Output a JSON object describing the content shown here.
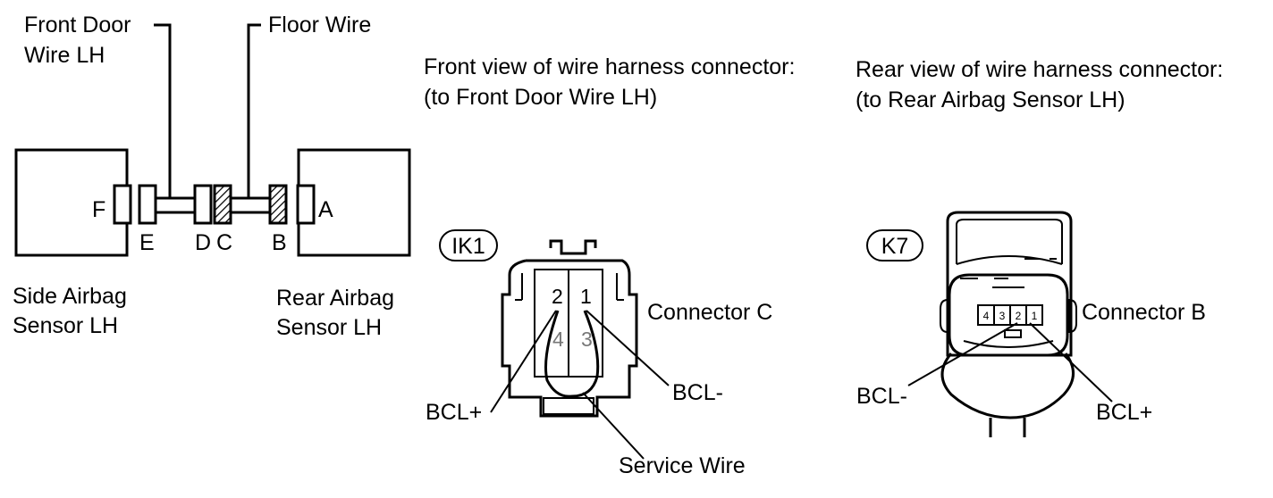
{
  "colors": {
    "line": "#000000",
    "background": "#ffffff"
  },
  "wiring": {
    "front_door_wire_line1": "Front Door",
    "front_door_wire_line2": "Wire LH",
    "floor_wire": "Floor Wire",
    "side_sensor_line1": "Side Airbag",
    "side_sensor_line2": "Sensor LH",
    "rear_sensor_line1": "Rear Airbag",
    "rear_sensor_line2": "Sensor LH",
    "conn_F": "F",
    "conn_E": "E",
    "conn_D": "D",
    "conn_C": "C",
    "conn_B": "B",
    "conn_A": "A"
  },
  "front_view": {
    "title_line1": "Front view of wire harness connector:",
    "title_line2": "(to Front Door Wire LH)",
    "code": "IK1",
    "connector_label": "Connector C",
    "pins": [
      "2",
      "1",
      "4",
      "3"
    ],
    "bcl_plus": "BCL+",
    "bcl_minus": "BCL-",
    "service_wire": "Service Wire"
  },
  "rear_view": {
    "title_line1": "Rear view of wire harness connector:",
    "title_line2": "(to Rear Airbag Sensor LH)",
    "code": "K7",
    "connector_label": "Connector B",
    "pins": [
      "4",
      "3",
      "2",
      "1"
    ],
    "bcl_minus": "BCL-",
    "bcl_plus": "BCL+"
  }
}
